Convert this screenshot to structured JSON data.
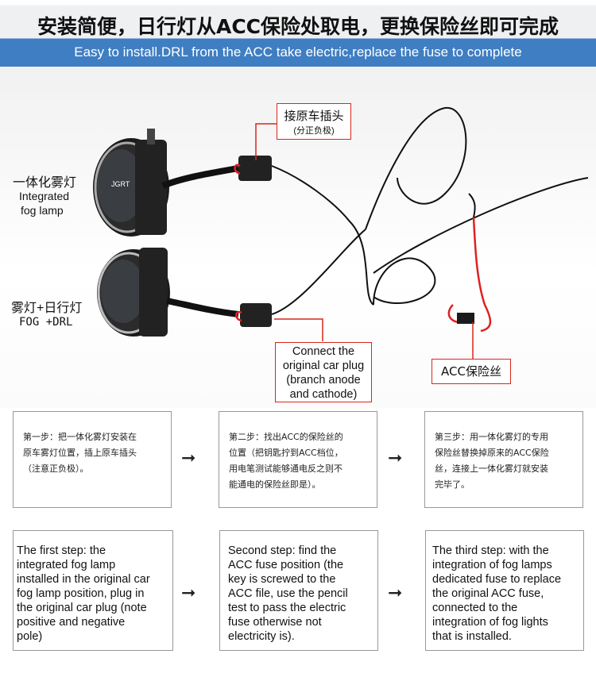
{
  "header": {
    "title_cn": "安装简便，日行灯从ACC保险处取电，更换保险丝即可完成",
    "title_en": "Easy to install.DRL from the ACC take electric,replace the fuse to complete"
  },
  "labels": {
    "lamp1_cn": "一体化雾灯",
    "lamp1_en_1": "Integrated",
    "lamp1_en_2": "fog lamp",
    "lamp2_cn": "雾灯+日行灯",
    "lamp2_en": "FOG +DRL",
    "brand": "JGRT",
    "plug_cn": "接原车插头",
    "plug_cn_sub": "(分正负极)",
    "plug_en": [
      "Connect the",
      "original car plug",
      "(branch anode",
      "and cathode)"
    ],
    "fuse_cn": "ACC保险丝"
  },
  "steps_cn": [
    [
      "第一步：把一体化雾灯安装在",
      "原车雾灯位置，插上原车插头",
      "（注意正负极）。"
    ],
    [
      "第二步：找出ACC的保险丝的",
      "位置（把钥匙拧到ACC档位，",
      "用电笔测试能够通电反之则不",
      "能通电的保险丝即是）。"
    ],
    [
      "第三步：用一体化雾灯的专用",
      "保险丝替换掉原来的ACC保险",
      "丝，连接上一体化雾灯就安装",
      "完毕了。"
    ]
  ],
  "steps_en": [
    [
      "The first step: the",
      "integrated fog lamp",
      "installed in the original car",
      "fog lamp position, plug in",
      "the original car plug (note",
      "positive and negative",
      "pole)"
    ],
    [
      "Second step: find the",
      "ACC fuse position (the",
      "key is screwed to the",
      "ACC file, use the pencil",
      "test to pass the electric",
      "fuse otherwise not",
      "electricity is)."
    ],
    [
      "The third step: with the",
      "integration of fog lamps",
      "dedicated fuse to replace",
      "the original ACC fuse,",
      "connected to the",
      "integration of fog lights",
      "that is installed."
    ]
  ],
  "arrow_glyph": "➞",
  "colors": {
    "header_band": "#3f7ec2",
    "callout_border": "#d9271c",
    "wire_red": "#e02020"
  }
}
